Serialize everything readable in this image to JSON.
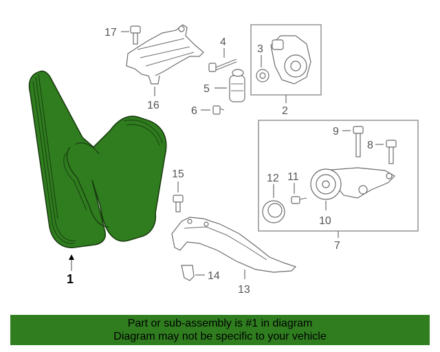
{
  "diagram": {
    "callouts": {
      "c1": "1",
      "c2": "2",
      "c3": "3",
      "c4": "4",
      "c5": "5",
      "c6": "6",
      "c7": "7",
      "c8": "8",
      "c9": "9",
      "c10": "10",
      "c11": "11",
      "c12": "12",
      "c13": "13",
      "c14": "14",
      "c15": "15",
      "c16": "16",
      "c17": "17"
    },
    "highlight_color": "#2f7d1f"
  },
  "banner": {
    "line1": "Part or sub-assembly is #1 in diagram",
    "line2": "Diagram may not be specific to your vehicle"
  }
}
